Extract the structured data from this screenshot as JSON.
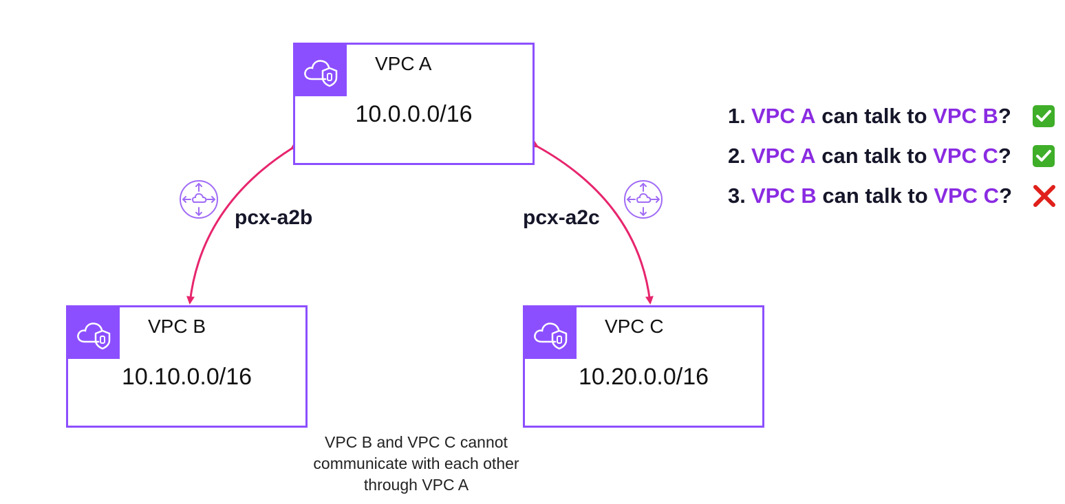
{
  "colors": {
    "vpc_border": "#8c4fff",
    "vpc_badge": "#8c4fff",
    "arrow": "#e7256d",
    "highlight": "#8a2be2",
    "check_bg": "#3fae29",
    "cross": "#e0201b"
  },
  "vpcs": [
    {
      "id": "a",
      "name": "VPC A",
      "cidr": "10.0.0.0/16",
      "icon": "vpc-cloud-shield-icon"
    },
    {
      "id": "b",
      "name": "VPC B",
      "cidr": "10.10.0.0/16",
      "icon": "vpc-cloud-shield-icon"
    },
    {
      "id": "c",
      "name": "VPC C",
      "cidr": "10.20.0.0/16",
      "icon": "vpc-cloud-shield-icon"
    }
  ],
  "peerings": [
    {
      "label": "pcx-a2b",
      "from": "VPC A",
      "to": "VPC B",
      "icon": "peering-router-icon"
    },
    {
      "label": "pcx-a2c",
      "from": "VPC A",
      "to": "VPC C",
      "icon": "peering-router-icon"
    }
  ],
  "caption": {
    "line1": "VPC B and VPC C cannot",
    "line2": "communicate with each other",
    "line3": "through VPC A"
  },
  "questions": [
    {
      "number": "1.",
      "subject": "VPC A",
      "verb": "can talk to",
      "object": "VPC B",
      "punct": "?",
      "answer": "yes",
      "icon": "check-mark-icon"
    },
    {
      "number": "2.",
      "subject": "VPC A",
      "verb": "can talk to",
      "object": "VPC C",
      "punct": "?",
      "answer": "yes",
      "icon": "check-mark-icon"
    },
    {
      "number": "3.",
      "subject": "VPC B",
      "verb": "can talk to",
      "object": "VPC C",
      "punct": "?",
      "answer": "no",
      "icon": "cross-mark-icon"
    }
  ]
}
